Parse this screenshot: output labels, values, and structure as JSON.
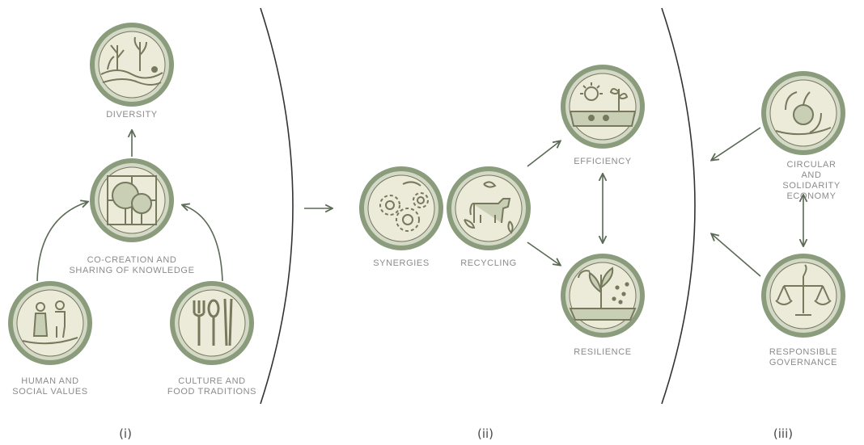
{
  "colors": {
    "ring": "#8a9c7c",
    "ring_inner": "#d3d9c6",
    "icon_fill": "#ecebd9",
    "icon_dark": "#76795c",
    "label": "#8b8b8b",
    "arrow": "#5a6a55",
    "bracket": "#333333"
  },
  "sections": {
    "i": "(i)",
    "ii": "(ii)",
    "iii": "(iii)"
  },
  "elements": {
    "diversity": {
      "label": "DIVERSITY",
      "icon": "plants-landscape-icon"
    },
    "co_creation": {
      "label": "CO-CREATION AND\nSHARING OF KNOWLEDGE",
      "icon": "tree-puzzle-icon"
    },
    "human_social": {
      "label": "HUMAN AND\nSOCIAL VALUES",
      "icon": "people-hand-icon"
    },
    "culture_food": {
      "label": "CULTURE AND\nFOOD TRADITIONS",
      "icon": "utensils-icon"
    },
    "synergies": {
      "label": "SYNERGIES",
      "icon": "gears-icon"
    },
    "recycling": {
      "label": "RECYCLING",
      "icon": "cow-leaves-icon"
    },
    "efficiency": {
      "label": "EFFICIENCY",
      "icon": "sun-sprouts-icon"
    },
    "resilience": {
      "label": "RESILIENCE",
      "icon": "plant-rain-icon"
    },
    "circular": {
      "label": "CIRCULAR AND\nSOLIDARITY ECONOMY",
      "icon": "apple-cycle-icon"
    },
    "governance": {
      "label": "RESPONSIBLE\nGOVERNANCE",
      "icon": "scales-icon"
    }
  }
}
